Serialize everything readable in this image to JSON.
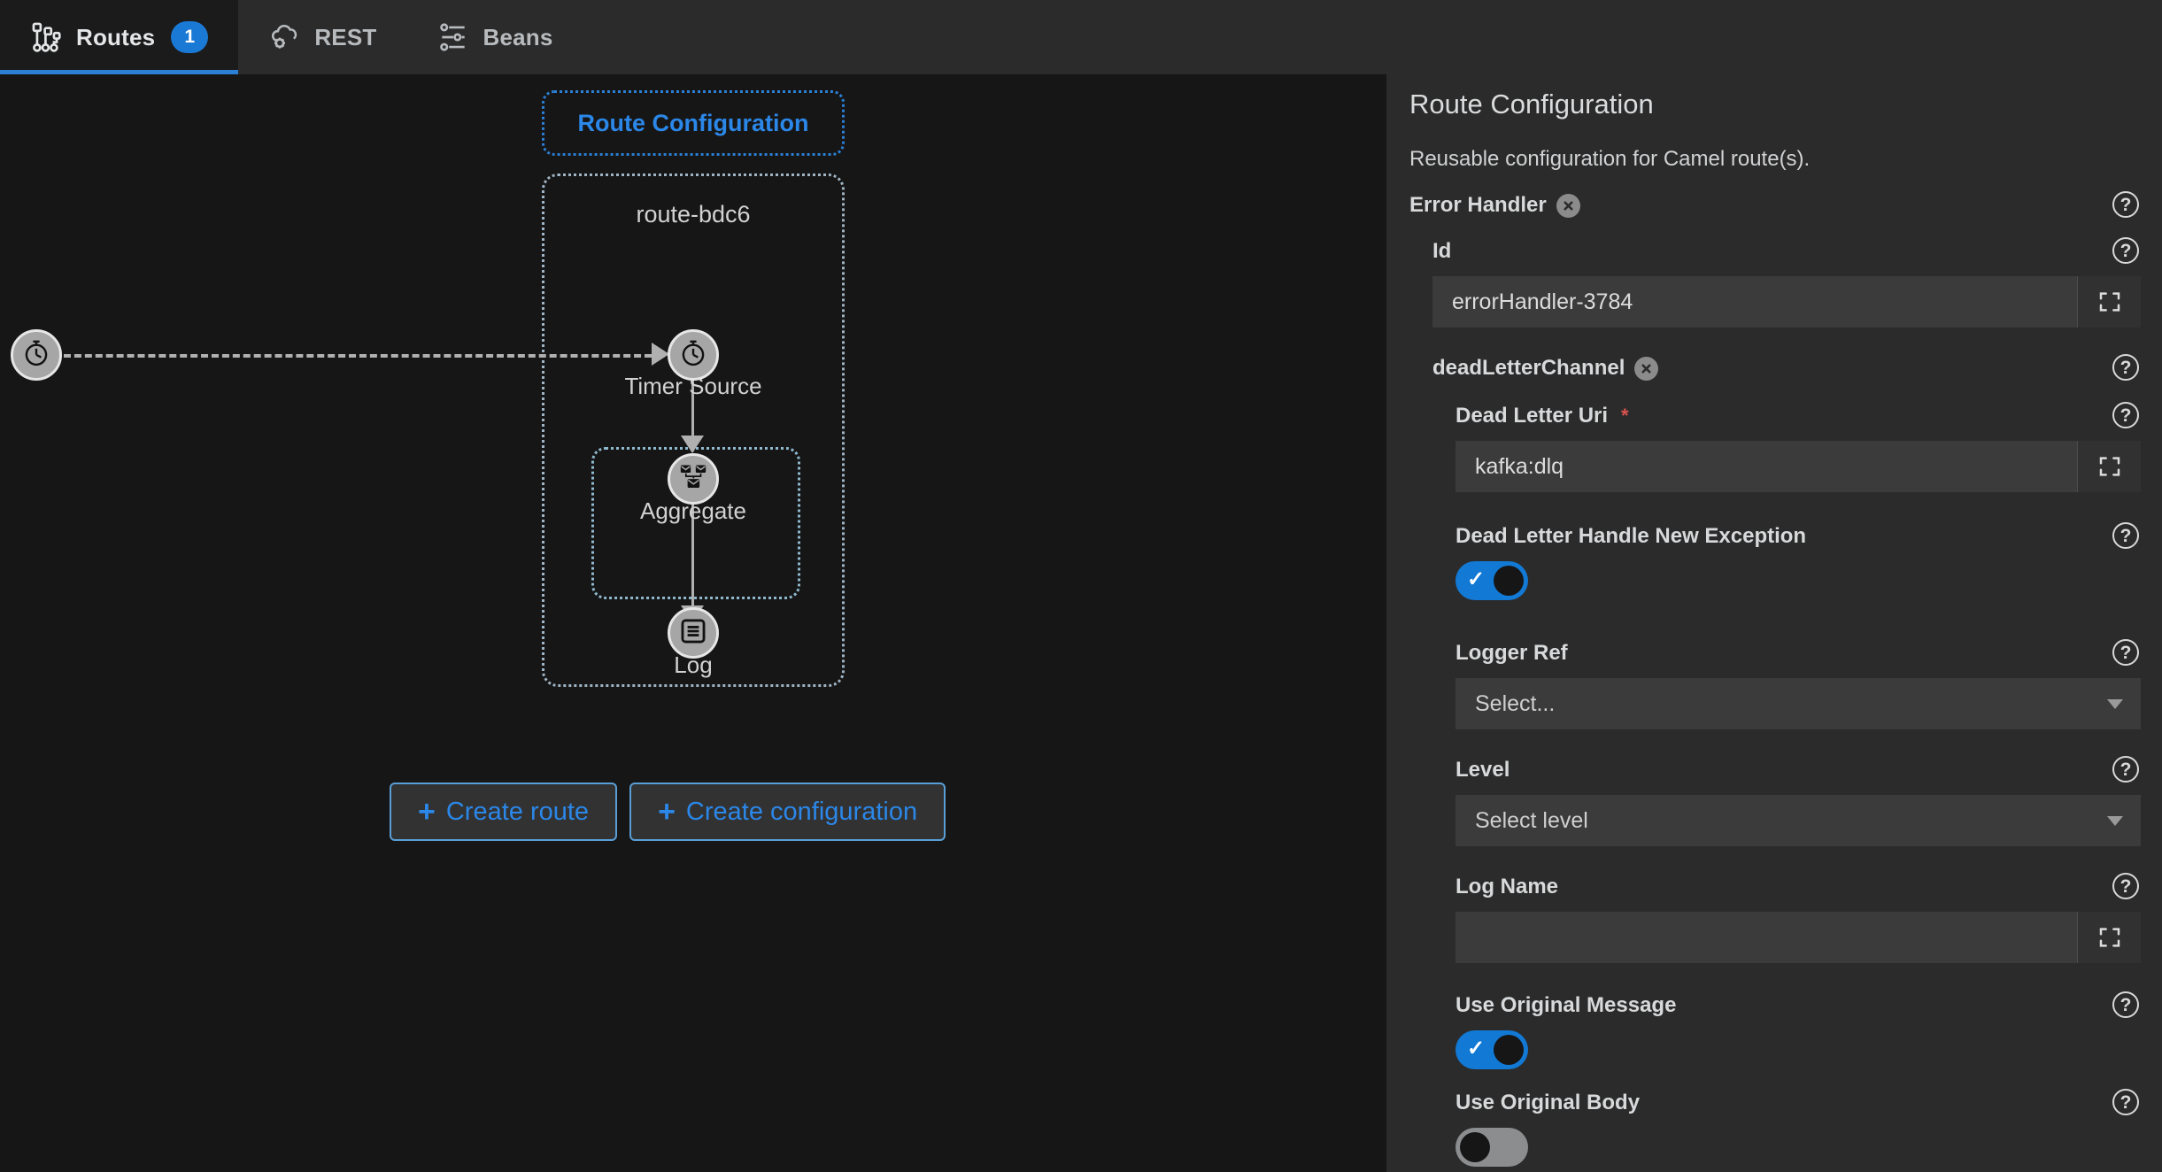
{
  "tabs": [
    {
      "label": "Routes",
      "icon": "routes-graph-icon",
      "badge": "1",
      "active": true
    },
    {
      "label": "REST",
      "icon": "rest-cloud-gear-icon",
      "badge": null,
      "active": false
    },
    {
      "label": "Beans",
      "icon": "beans-sliders-icon",
      "badge": null,
      "active": false
    }
  ],
  "canvas": {
    "route_configuration_chip": "Route Configuration",
    "route_title": "route-bdc6",
    "nodes": [
      {
        "id": "source",
        "label": "",
        "icon": "timer-clock-icon"
      },
      {
        "id": "timer",
        "label": "Timer Source",
        "icon": "timer-clock-icon"
      },
      {
        "id": "aggregate",
        "label": "Aggregate",
        "icon": "aggregate-envelopes-icon"
      },
      {
        "id": "log",
        "label": "Log",
        "icon": "log-document-icon"
      }
    ],
    "buttons": {
      "create_route": "Create route",
      "create_configuration": "Create configuration",
      "plus": "+"
    }
  },
  "panel": {
    "title": "Route Configuration",
    "subtitle": "Reusable configuration for Camel route(s).",
    "help_glyph": "?",
    "close_glyph": "✕",
    "sections": {
      "error_handler": {
        "label": "Error Handler",
        "id_field": {
          "label": "Id",
          "value": "errorHandler-3784"
        },
        "dead_letter_channel": {
          "label": "deadLetterChannel",
          "dead_letter_uri": {
            "label": "Dead Letter Uri",
            "value": "kafka:dlq",
            "required_marker": "*"
          },
          "dead_letter_handle_new_exception": {
            "label": "Dead Letter Handle New Exception",
            "state": "on"
          },
          "logger_ref": {
            "label": "Logger Ref",
            "value": "Select..."
          },
          "level": {
            "label": "Level",
            "value": "Select level"
          },
          "log_name": {
            "label": "Log Name",
            "value": ""
          },
          "use_original_message": {
            "label": "Use Original Message",
            "state": "on"
          },
          "use_original_body": {
            "label": "Use Original Body",
            "state": "off"
          }
        }
      }
    }
  },
  "colors": {
    "accent_blue": "#2b7fd4",
    "toggle_on": "#1279d4",
    "toggle_off": "#8b8d8f",
    "required_red": "#d9534f",
    "panel_bg": "#2b2b2b",
    "canvas_bg": "#161616"
  }
}
